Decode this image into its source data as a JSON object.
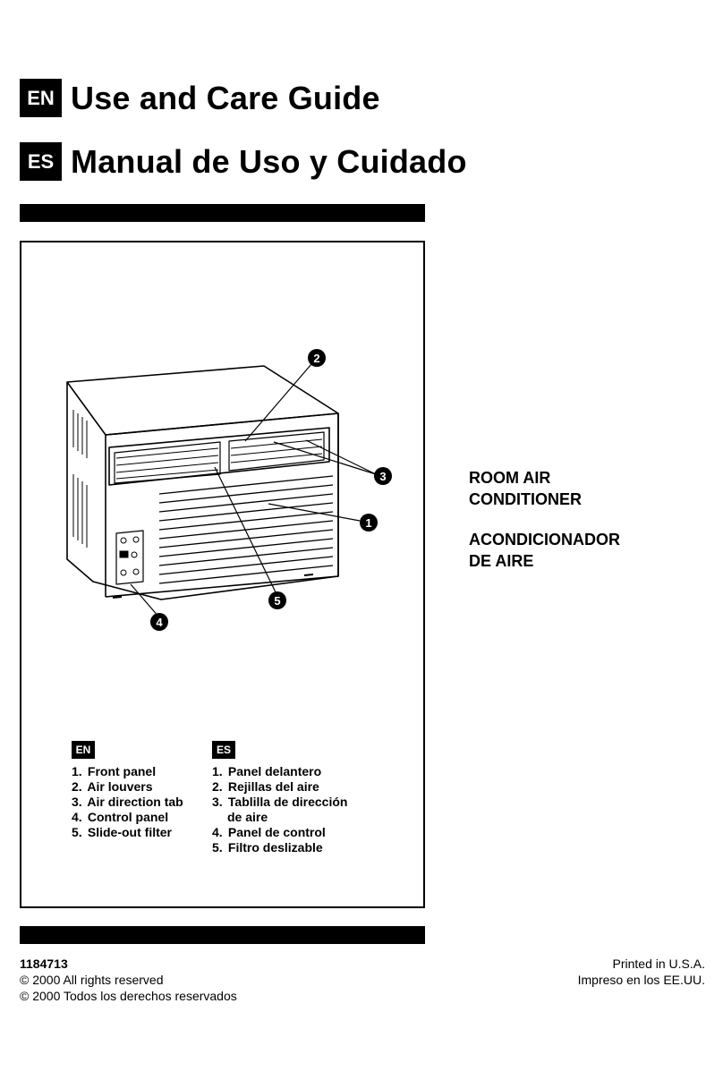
{
  "titles": [
    {
      "badge": "EN",
      "text": "Use and Care Guide"
    },
    {
      "badge": "ES",
      "text": "Manual de Uso y Cuidado"
    }
  ],
  "product": {
    "en_line1": "ROOM AIR",
    "en_line2": "CONDITIONER",
    "es_line1": "ACONDICIONADOR",
    "es_line2": "DE AIRE"
  },
  "diagram": {
    "callouts": [
      "1",
      "2",
      "3",
      "4",
      "5"
    ]
  },
  "parts": {
    "en": {
      "badge": "EN",
      "items": [
        {
          "num": "1.",
          "label": "Front panel"
        },
        {
          "num": "2.",
          "label": "Air louvers"
        },
        {
          "num": "3.",
          "label": "Air direction tab"
        },
        {
          "num": "4.",
          "label": "Control panel"
        },
        {
          "num": "5.",
          "label": "Slide-out filter"
        }
      ]
    },
    "es": {
      "badge": "ES",
      "items": [
        {
          "num": "1.",
          "label": "Panel delantero"
        },
        {
          "num": "2.",
          "label": "Rejillas del aire"
        },
        {
          "num": "3.",
          "label": "Tablilla de dirección",
          "cont": "de aire"
        },
        {
          "num": "4.",
          "label": "Panel de control"
        },
        {
          "num": "5.",
          "label": "Filtro deslizable"
        }
      ]
    }
  },
  "footer": {
    "part_number": "1184713",
    "copyright_en": "© 2000 All rights reserved",
    "copyright_es": "© 2000 Todos los derechos reservados",
    "printed_en": "Printed in U.S.A.",
    "printed_es": "Impreso en los EE.UU."
  }
}
